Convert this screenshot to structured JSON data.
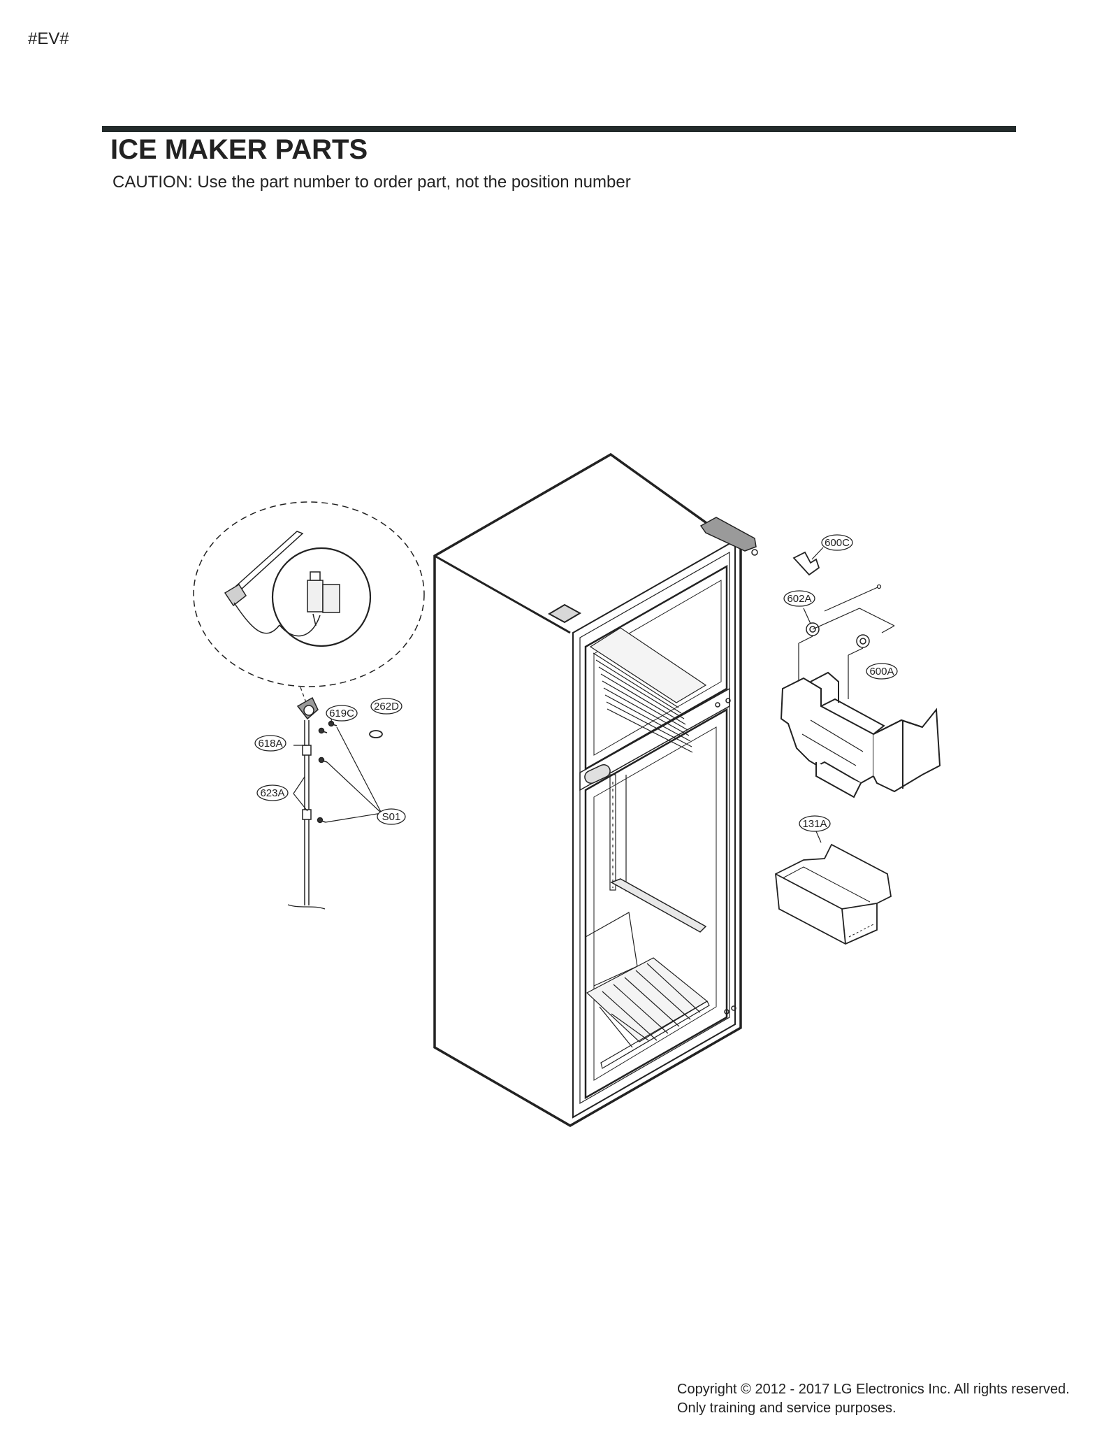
{
  "page_marker": "#EV#",
  "title": "ICE MAKER PARTS",
  "caution": "CAUTION: Use the part number to order part, not the position number",
  "callouts": {
    "c600c": "600C",
    "c602a": "602A",
    "c600a": "600A",
    "c131a": "131A",
    "c619c": "619C",
    "c262d": "262D",
    "c618a": "618A",
    "c623a": "623A",
    "cs01": "S01"
  },
  "copyright": {
    "line1": "Copyright © 2012 - 2017 LG Electronics Inc. All rights reserved.",
    "line2": "Only training and service purposes."
  }
}
